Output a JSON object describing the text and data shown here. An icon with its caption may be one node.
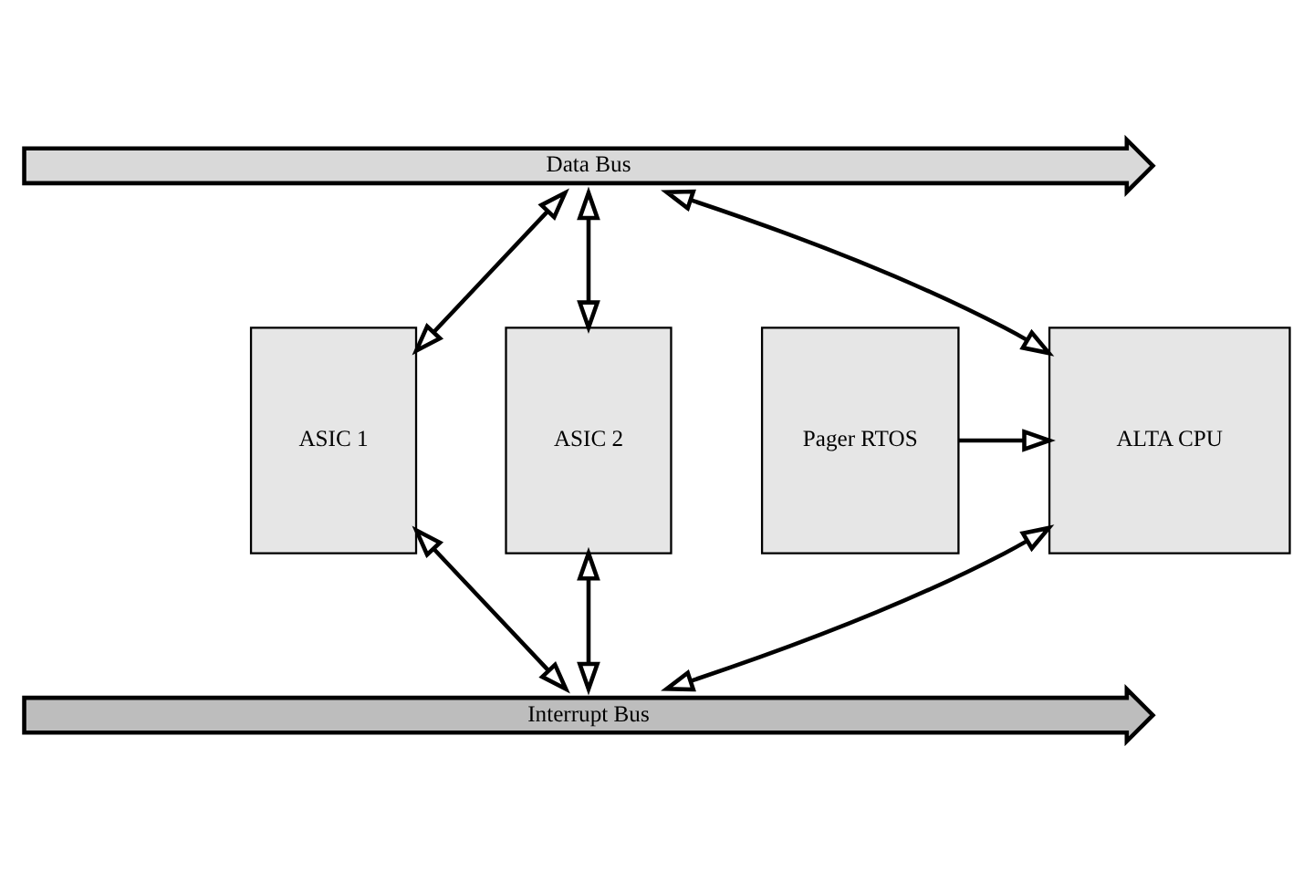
{
  "diagram": {
    "nodes": [
      {
        "text": [
          "Data Bus"
        ]
      },
      {
        "text": [
          "Pager RTOS"
        ]
      },
      {
        "text": [
          "ALTA CPU"
        ]
      },
      {
        "text": [
          "ASIC 1"
        ]
      },
      {
        "text": [
          "ASIC 2"
        ]
      },
      {
        "text": [
          "Interrupt Bus"
        ]
      }
    ],
    "edges": [
      {
        "from": 1,
        "to": 2,
        "arrow": "to"
      },
      {
        "from": 0,
        "to": 2,
        "arrow": "both"
      },
      {
        "from": 0,
        "to": 3,
        "arrow": "both"
      },
      {
        "from": 0,
        "to": 4,
        "arrow": "both"
      },
      {
        "from": 2,
        "to": 5,
        "arrow": "both"
      },
      {
        "from": 3,
        "to": 5,
        "arrow": "both"
      },
      {
        "from": 4,
        "to": 5,
        "arrow": "both"
      }
    ]
  }
}
